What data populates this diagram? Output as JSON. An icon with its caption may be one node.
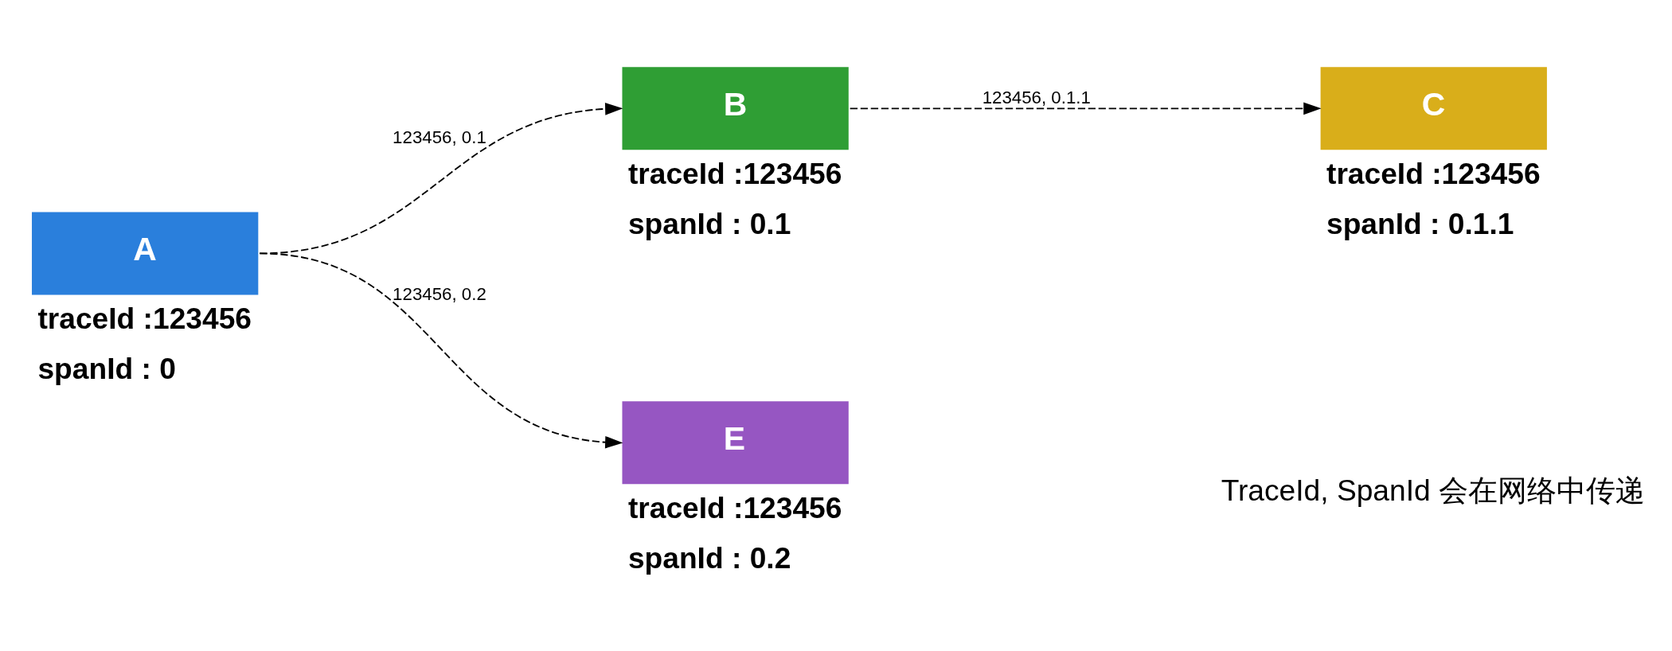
{
  "diagram": {
    "nodes": [
      {
        "text": [
          "A"
        ],
        "beside": [
          "traceId :123456",
          "spanId : 0"
        ]
      },
      {
        "text": [
          "B"
        ],
        "beside": [
          "traceId :123456",
          "spanId : 0.1"
        ]
      },
      {
        "text": [
          "C"
        ],
        "beside": [
          "traceId :123456",
          "spanId : 0.1.1"
        ]
      },
      {
        "text": [
          "E"
        ],
        "beside": [
          "traceId :123456",
          "spanId : 0.2"
        ]
      }
    ],
    "edges": [
      {
        "from": 0,
        "to": 1,
        "arrow": "to",
        "label": "123456, 0.1",
        "style": "dashed"
      },
      {
        "from": 1,
        "to": 2,
        "arrow": "to",
        "label": "123456, 0.1.1",
        "style": "dashed"
      },
      {
        "from": 0,
        "to": 3,
        "arrow": "to",
        "label": "123456, 0.2",
        "style": "dashed"
      }
    ],
    "labels": [
      "TraceId, SpanId 会在网络中传递"
    ]
  }
}
